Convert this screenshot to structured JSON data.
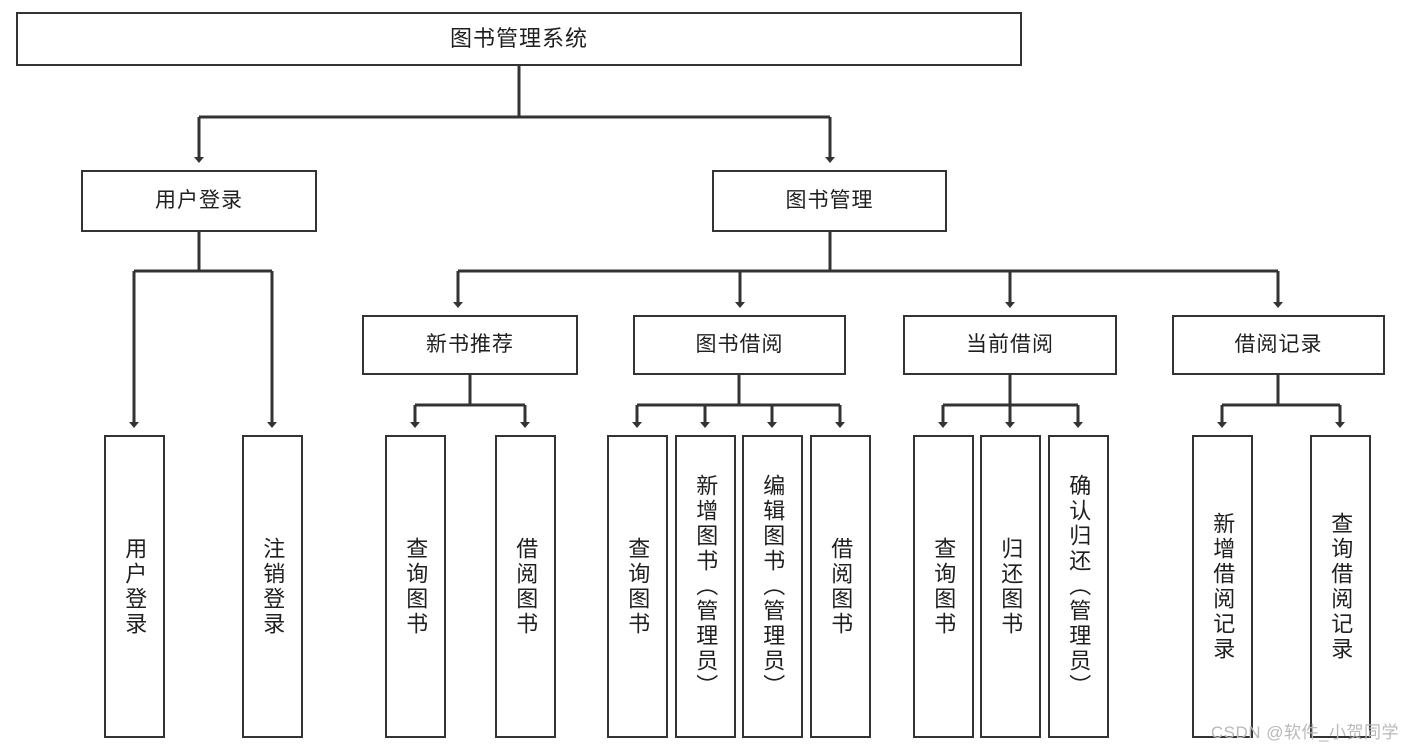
{
  "diagram": {
    "title": "图书管理系统",
    "type": "tree",
    "orientation": "top-down",
    "colors": {
      "background": "#ffffff",
      "node_fill": "#ffffff",
      "node_border": "#333333",
      "connector": "#333333",
      "text": "#1f1f1f",
      "watermark": "#b9b9b9"
    },
    "root": {
      "label": "图书管理系统"
    },
    "level2": [
      {
        "label": "用户登录"
      },
      {
        "label": "图书管理"
      }
    ],
    "level3": [
      {
        "label": "新书推荐"
      },
      {
        "label": "图书借阅"
      },
      {
        "label": "当前借阅"
      },
      {
        "label": "借阅记录"
      }
    ],
    "leaves_user_login": [
      {
        "label": "用户登录"
      },
      {
        "label": "注销登录"
      }
    ],
    "leaves_new_books": [
      {
        "label": "查询图书"
      },
      {
        "label": "借阅图书"
      }
    ],
    "leaves_borrow": [
      {
        "label": "查询图书"
      },
      {
        "label": "新增图书（管理员）"
      },
      {
        "label": "编辑图书（管理员）"
      },
      {
        "label": "借阅图书"
      }
    ],
    "leaves_current": [
      {
        "label": "查询图书"
      },
      {
        "label": "归还图书"
      },
      {
        "label": "确认归还（管理员）"
      }
    ],
    "leaves_records": [
      {
        "label": "新增借阅记录"
      },
      {
        "label": "查询借阅记录"
      }
    ]
  },
  "watermark": {
    "text": "CSDN @软件_小贺同学"
  }
}
